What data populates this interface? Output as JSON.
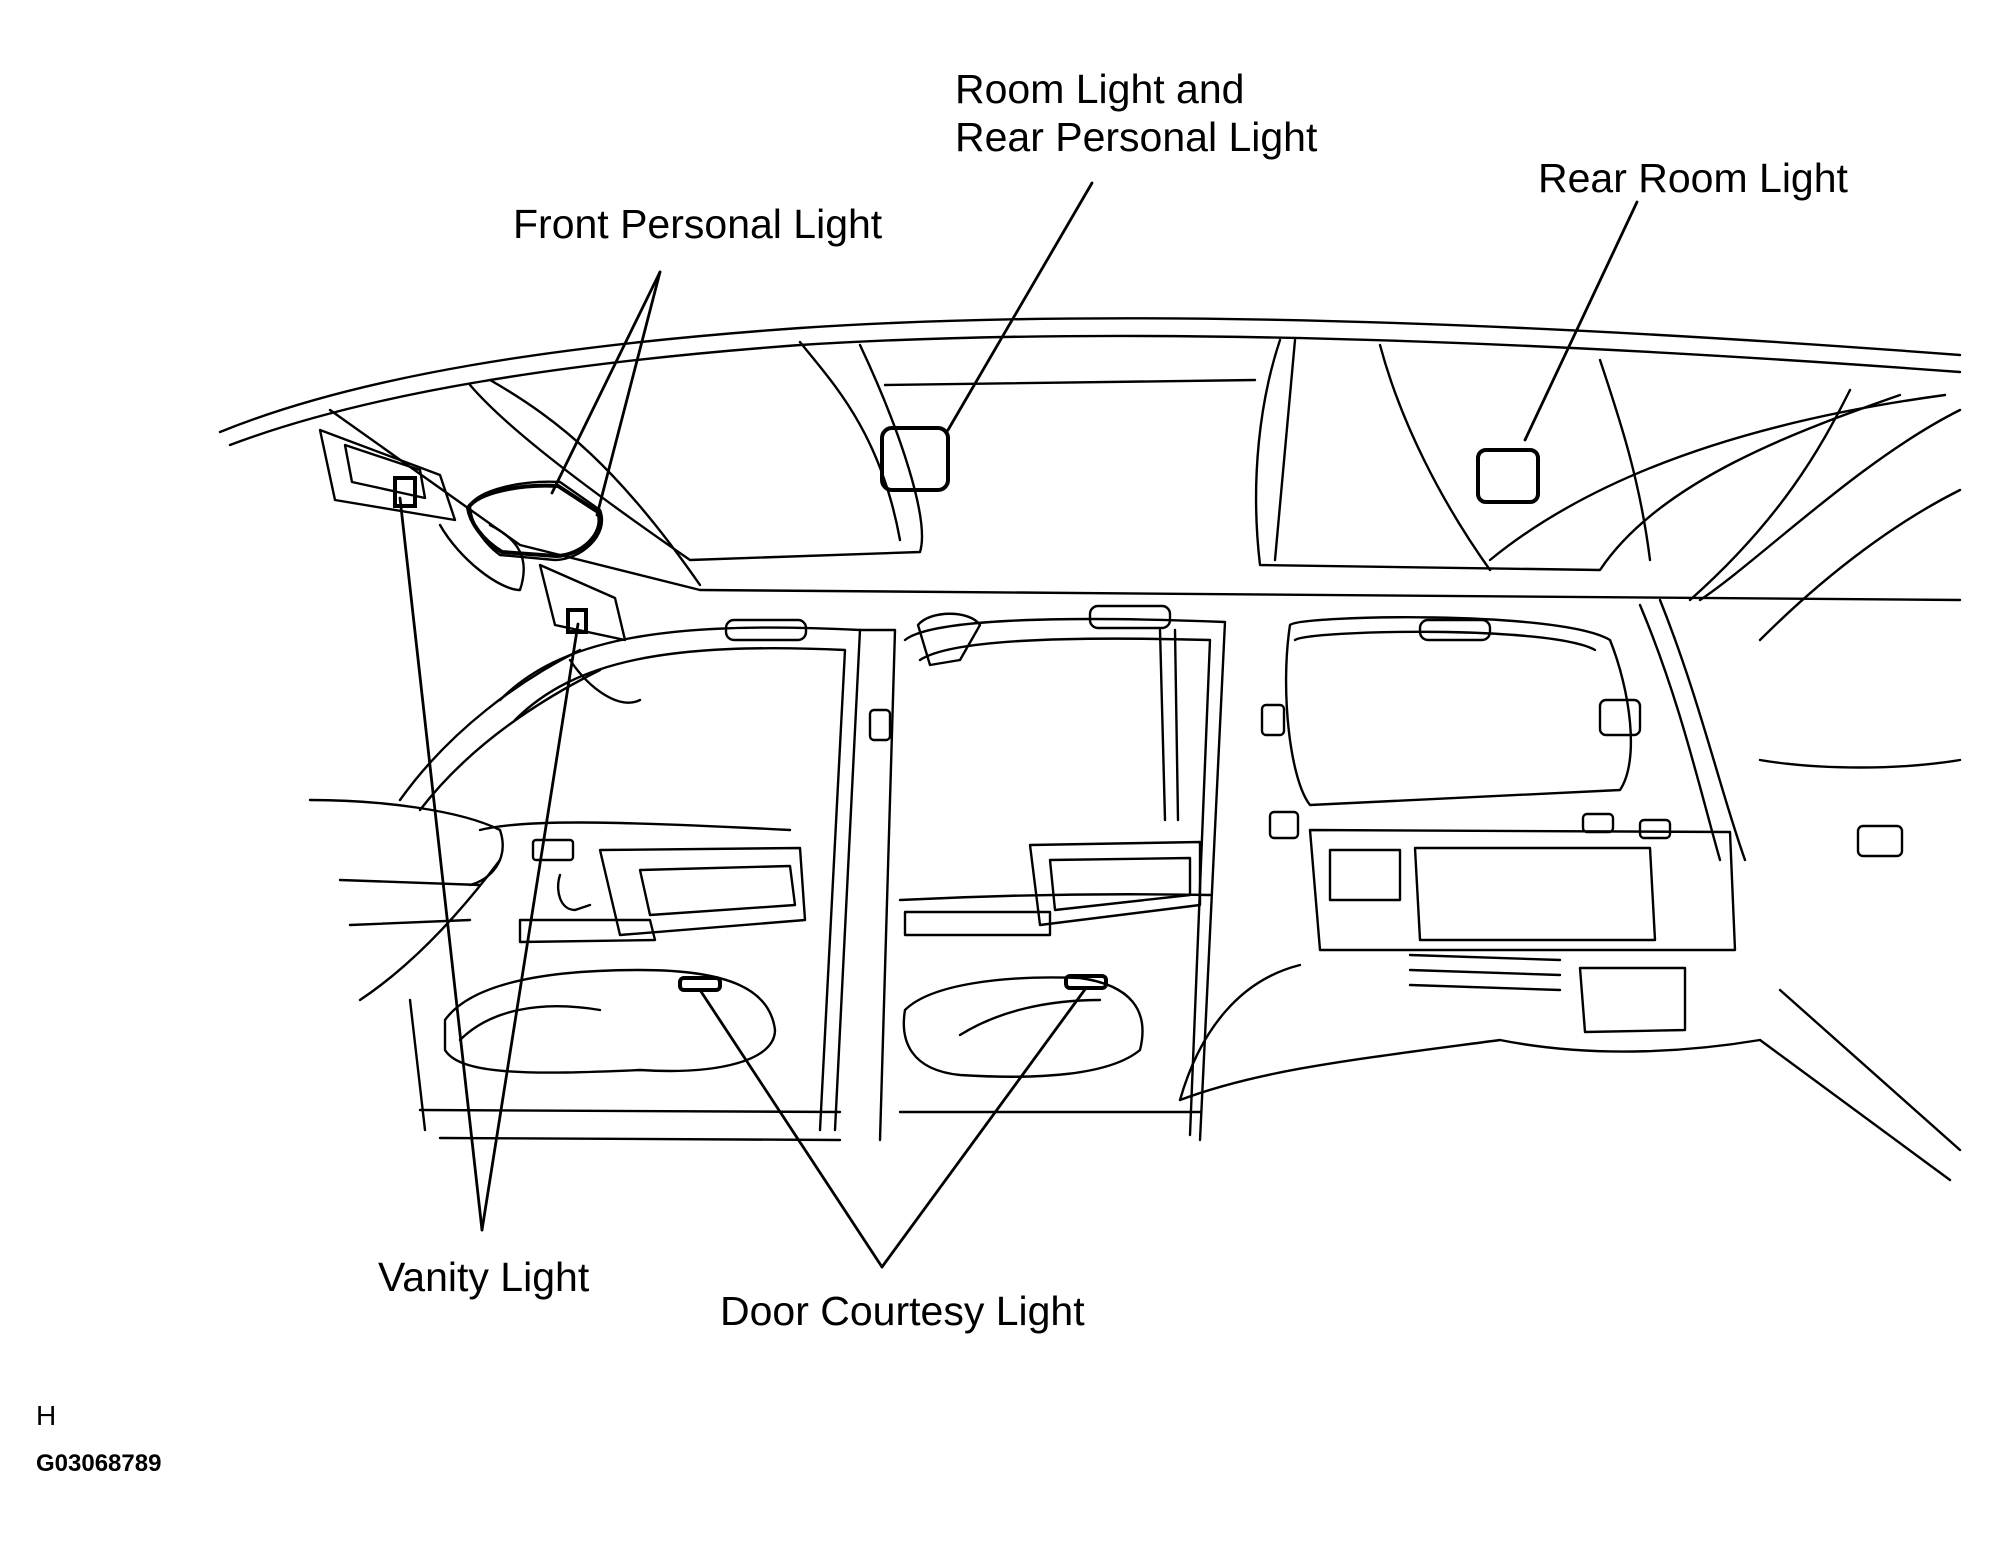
{
  "labels": {
    "room_light": [
      "Room Light and",
      "Rear Personal Light"
    ],
    "rear_room_light": "Rear Room Light",
    "front_personal_light": "Front Personal Light",
    "vanity_light": "Vanity Light",
    "door_courtesy_light": "Door Courtesy Light"
  },
  "meta": {
    "section_letter": "H",
    "figure_code": "G03068789"
  },
  "colors": {
    "ink": "#000000",
    "background": "#ffffff"
  }
}
